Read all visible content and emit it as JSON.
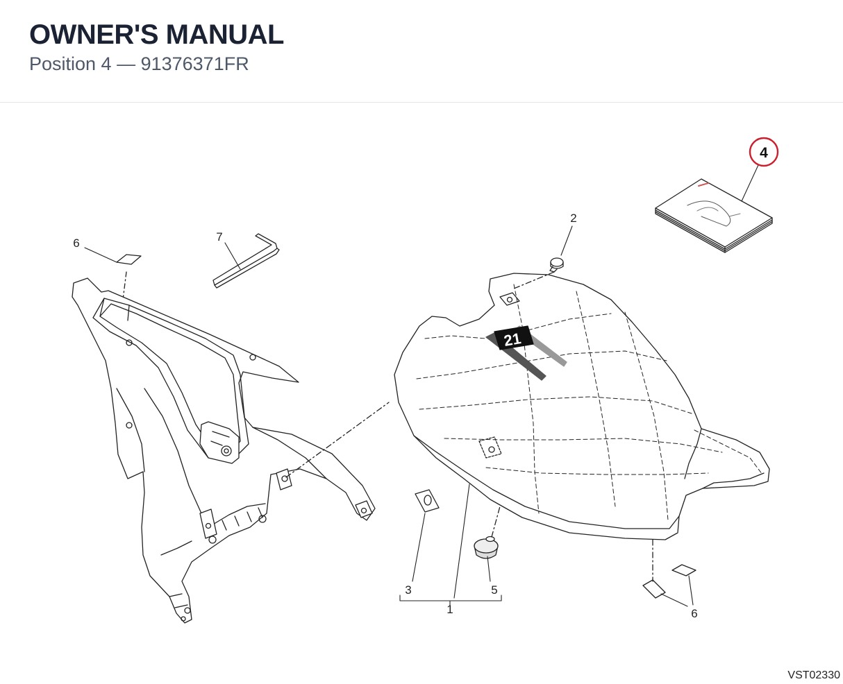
{
  "header": {
    "title": "OWNER'S MANUAL",
    "subtitle": "Position 4 — 91376371FR"
  },
  "diagram": {
    "callouts": {
      "c1": "1",
      "c2": "2",
      "c3": "3",
      "c4": "4",
      "c5": "5",
      "c6a": "6",
      "c6b": "6",
      "c7": "7"
    },
    "highlight_color": "#cc1f2d",
    "seat_number": "21",
    "figure_code": "VST02330"
  }
}
